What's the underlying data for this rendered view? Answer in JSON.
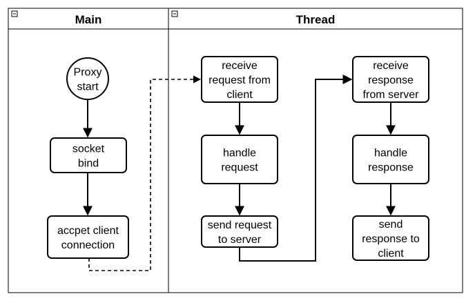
{
  "lanes": {
    "main": {
      "title": "Main",
      "collapse_symbol": "−"
    },
    "thread": {
      "title": "Thread",
      "collapse_symbol": "−"
    }
  },
  "nodes": {
    "proxy_start": {
      "lines": [
        "Proxy",
        "start"
      ],
      "shape": "circle"
    },
    "socket_bind": {
      "lines": [
        "socket",
        "bind"
      ],
      "shape": "rounded-rect"
    },
    "accept_client": {
      "lines": [
        "accpet client",
        "connection"
      ],
      "shape": "rounded-rect"
    },
    "receive_request": {
      "lines": [
        "receive",
        "request from",
        "client"
      ],
      "shape": "rounded-rect"
    },
    "handle_request": {
      "lines": [
        "handle",
        "request"
      ],
      "shape": "rounded-rect"
    },
    "send_request": {
      "lines": [
        "send request",
        "to server"
      ],
      "shape": "rounded-rect"
    },
    "receive_response": {
      "lines": [
        "receive",
        "response",
        "from server"
      ],
      "shape": "rounded-rect"
    },
    "handle_response": {
      "lines": [
        "handle",
        "response"
      ],
      "shape": "rounded-rect"
    },
    "send_response": {
      "lines": [
        "send",
        "response to",
        "client"
      ],
      "shape": "rounded-rect"
    }
  },
  "edges": [
    {
      "from": "proxy_start",
      "to": "socket_bind",
      "style": "solid"
    },
    {
      "from": "socket_bind",
      "to": "accept_client",
      "style": "solid"
    },
    {
      "from": "accept_client",
      "to": "receive_request",
      "style": "dashed"
    },
    {
      "from": "receive_request",
      "to": "handle_request",
      "style": "solid"
    },
    {
      "from": "handle_request",
      "to": "send_request",
      "style": "solid"
    },
    {
      "from": "send_request",
      "to": "receive_response",
      "style": "solid"
    },
    {
      "from": "receive_response",
      "to": "handle_response",
      "style": "solid"
    },
    {
      "from": "handle_response",
      "to": "send_response",
      "style": "solid"
    }
  ],
  "colors": {
    "stroke": "#000000",
    "fill": "#ffffff",
    "text": "#000000"
  }
}
